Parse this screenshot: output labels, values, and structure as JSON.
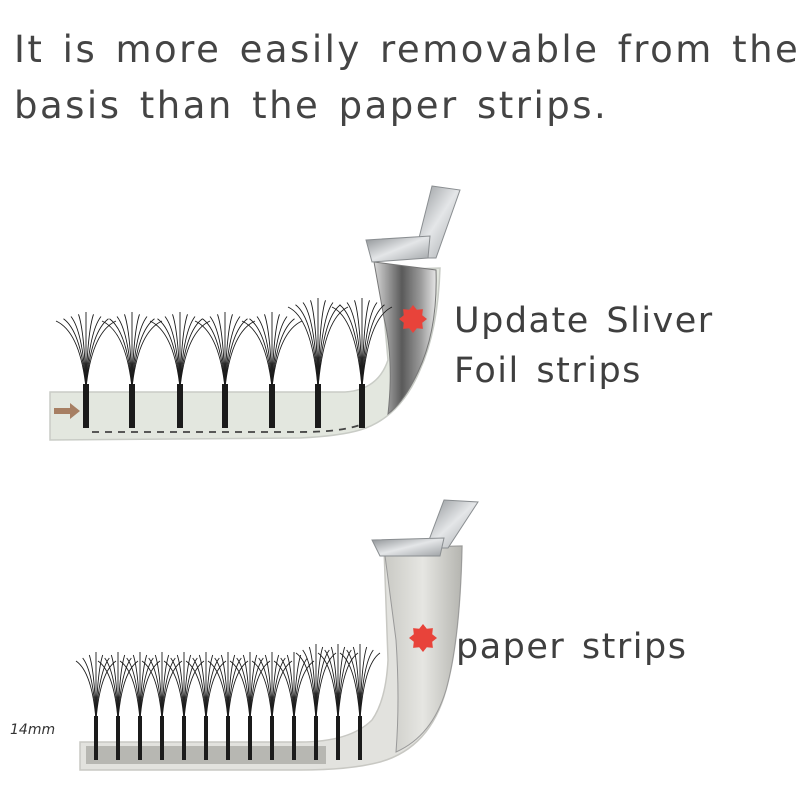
{
  "headline": {
    "line1": "It is more easily removable from the",
    "line2": "basis than the paper strips."
  },
  "top_strip": {
    "label_line1": "Update Sliver",
    "label_line2": "Foil strips",
    "marker_color": "#e8433a",
    "arrow_color": "#a77f63",
    "base_color": "#e2e6de"
  },
  "bottom_strip": {
    "label": "paper strips",
    "length_label": "14mm",
    "marker_color": "#e8433a",
    "base_color": "#bdbdb9"
  },
  "colors": {
    "text": "#444444",
    "lash": "#1b1b1b",
    "tweezer": "#b8bcbf"
  }
}
